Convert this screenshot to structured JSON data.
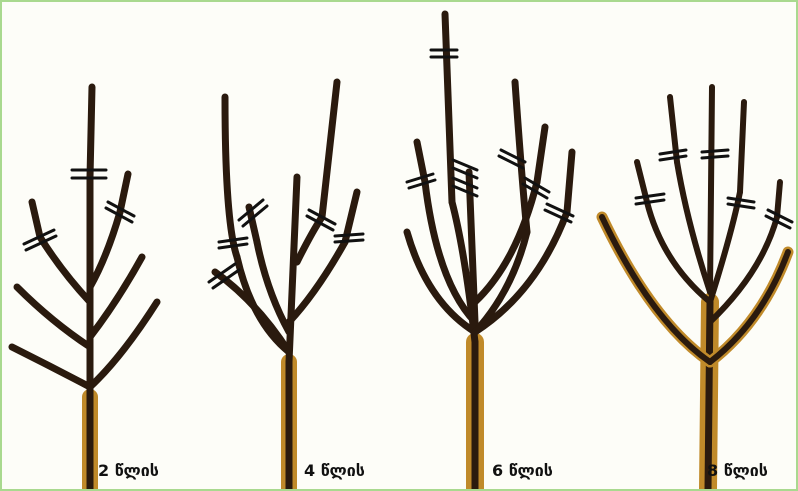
{
  "labels": {
    "year2": "2 წლის",
    "year4": "4 წლის",
    "year6": "6 წლის",
    "year8": "8 წლის"
  },
  "colors": {
    "frame_border": "#a9d98f",
    "bark_dark": "#2a1a0e",
    "bark_light": "#c08a2a",
    "cut_mark": "#111111"
  },
  "icons": [
    "tree-2-year-icon",
    "tree-4-year-icon",
    "tree-6-year-icon",
    "tree-8-year-icon",
    "pruning-cut-mark-icon"
  ]
}
